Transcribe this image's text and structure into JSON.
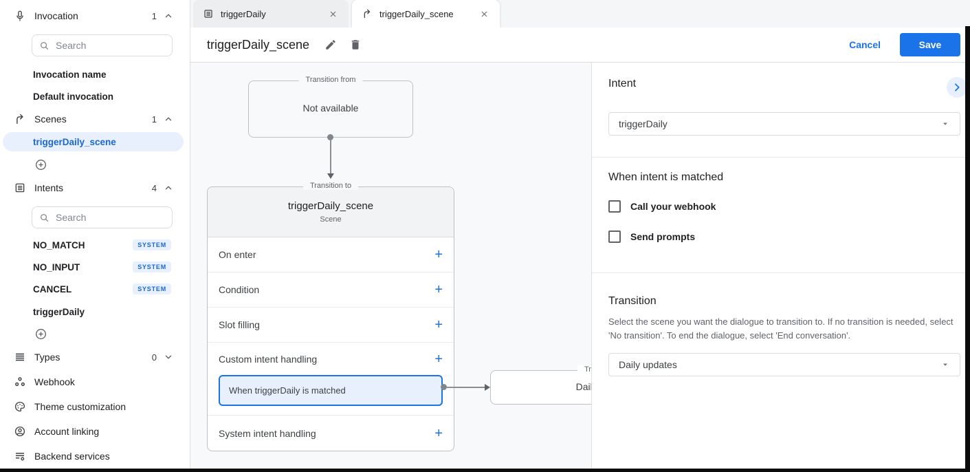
{
  "app": {
    "accent_color": "#1a73e8",
    "selected_color": "#1967d2",
    "highlight_bg": "#e8f0fe"
  },
  "sidebar": {
    "search_placeholder": "Search",
    "sections": {
      "invocation": {
        "label": "Invocation",
        "count": "1",
        "icon": "microphone-icon",
        "chevron": "up"
      },
      "scenes": {
        "label": "Scenes",
        "count": "1",
        "icon": "scenes-icon",
        "chevron": "up"
      },
      "intents": {
        "label": "Intents",
        "count": "4",
        "icon": "intents-icon",
        "chevron": "up"
      },
      "types": {
        "label": "Types",
        "count": "0",
        "icon": "types-icon",
        "chevron": "down"
      }
    },
    "invocation_items": [
      {
        "label": "Invocation name"
      },
      {
        "label": "Default invocation"
      }
    ],
    "scene_items": [
      {
        "label": "triggerDaily_scene",
        "selected": true
      }
    ],
    "intent_items": [
      {
        "label": "NO_MATCH",
        "badge": "SYSTEM"
      },
      {
        "label": "NO_INPUT",
        "badge": "SYSTEM"
      },
      {
        "label": "CANCEL",
        "badge": "SYSTEM"
      },
      {
        "label": "triggerDaily",
        "badge": ""
      }
    ],
    "footer_items": [
      {
        "label": "Webhook",
        "icon": "webhook-icon"
      },
      {
        "label": "Theme customization",
        "icon": "palette-icon"
      },
      {
        "label": "Account linking",
        "icon": "account-icon"
      },
      {
        "label": "Backend services",
        "icon": "backend-services-icon"
      }
    ]
  },
  "tabs": [
    {
      "label": "triggerDaily",
      "icon": "intent-icon",
      "active": false
    },
    {
      "label": "triggerDaily_scene",
      "icon": "scene-icon",
      "active": true
    }
  ],
  "header": {
    "title": "triggerDaily_scene",
    "cancel_label": "Cancel",
    "save_label": "Save"
  },
  "canvas": {
    "transition_from": {
      "legend": "Transition from",
      "body": "Not available"
    },
    "scene_card": {
      "legend": "Transition to",
      "title": "triggerDaily_scene",
      "subtitle": "Scene",
      "rows": [
        {
          "label": "On enter",
          "action": "+"
        },
        {
          "label": "Condition",
          "action": "+"
        },
        {
          "label": "Slot filling",
          "action": "+"
        },
        {
          "label": "Custom intent handling",
          "action": "+",
          "child": "When triggerDaily is matched"
        },
        {
          "label": "System intent handling",
          "action": "+"
        }
      ]
    },
    "next_card": {
      "legend": "Transition to",
      "title": "Daily updates"
    }
  },
  "panel": {
    "intent": {
      "heading": "Intent",
      "value": "triggerDaily"
    },
    "matched": {
      "heading": "When intent is matched",
      "checkboxes": [
        {
          "label": "Call your webhook",
          "checked": false
        },
        {
          "label": "Send prompts",
          "checked": false
        }
      ]
    },
    "transition": {
      "heading": "Transition",
      "description": "Select the scene you want the dialogue to transition to. If no transition is needed, select 'No transition'. To end the dialogue, select 'End conversation'.",
      "value": "Daily updates"
    }
  }
}
